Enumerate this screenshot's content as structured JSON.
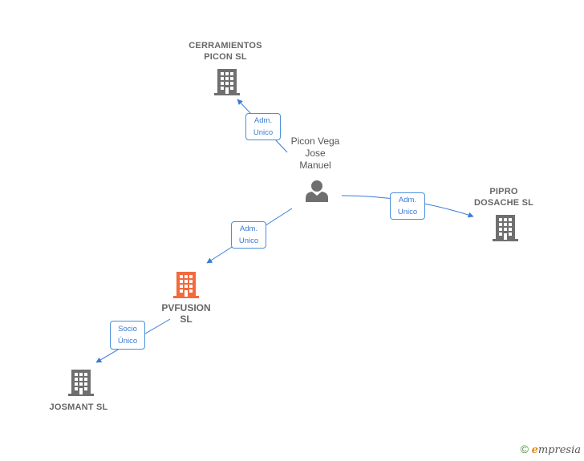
{
  "colors": {
    "edge": "#3a7bd5",
    "company_icon": "#6f6f6f",
    "focus_icon": "#f26a3d",
    "person_icon": "#6f6f6f"
  },
  "nodes": {
    "cerramientos": {
      "line1": "CERRAMIENTOS",
      "line2": "PICON  SL",
      "icon": "building-icon"
    },
    "person": {
      "line1": "Picon Vega",
      "line2": "Jose",
      "line3": "Manuel",
      "icon": "person-icon"
    },
    "pipro": {
      "line1": "PIPRO",
      "line2": "DOSACHE  SL",
      "icon": "building-icon"
    },
    "pvfusion": {
      "line1": "PVFUSION",
      "line2": "SL",
      "icon": "building-icon"
    },
    "josmant": {
      "line1": "JOSMANT SL",
      "icon": "building-icon"
    }
  },
  "edges": {
    "to_cerramientos": {
      "line1": "Adm.",
      "line2": "Unico"
    },
    "to_pipro": {
      "line1": "Adm.",
      "line2": "Unico"
    },
    "to_pvfusion": {
      "line1": "Adm.",
      "line2": "Unico"
    },
    "to_josmant": {
      "line1": "Socio",
      "line2": "Único"
    }
  },
  "footer": {
    "copyright": "©",
    "brand_initial": "e",
    "brand_rest": "mpresia"
  }
}
